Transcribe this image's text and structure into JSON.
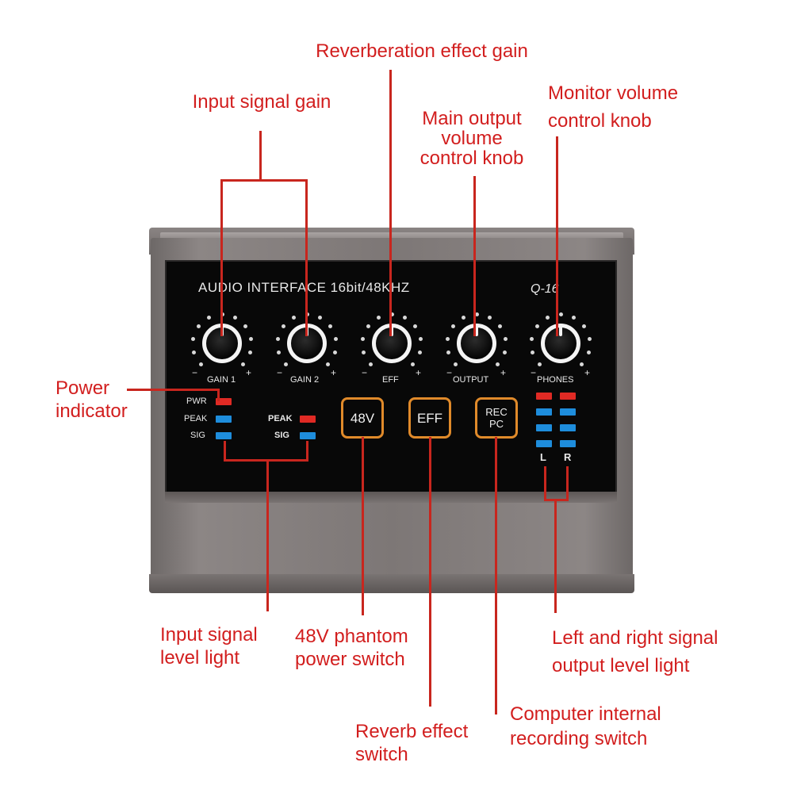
{
  "callouts": {
    "reverb_gain": "Reverberation effect gain",
    "input_gain": "Input signal gain",
    "main_output_1": "Main output",
    "main_output_2": "volume",
    "main_output_3": "control knob",
    "monitor_1": "Monitor volume",
    "monitor_2": "control knob",
    "power_1": "Power",
    "power_2": "indicator",
    "input_level_1": "Input signal",
    "input_level_2": "level light",
    "phantom_1": "48V phantom",
    "phantom_2": "power switch",
    "lr_level_1": "Left and right signal",
    "lr_level_2": "output level light",
    "computer_1": "Computer internal",
    "computer_2": "recording switch",
    "reverb_switch_1": "Reverb effect",
    "reverb_switch_2": "switch"
  },
  "panel": {
    "title": "AUDIO  INTERFACE  16bit/48KHZ",
    "model": "Q-16",
    "knobs": [
      "GAIN 1",
      "GAIN 2",
      "EFF",
      "OUTPUT",
      "PHONES"
    ],
    "minus": "−",
    "plus": "+",
    "leds": {
      "pwr": "PWR",
      "peak": "PEAK",
      "sig": "SIG"
    },
    "buttons": {
      "phantom": "48V",
      "eff": "EFF",
      "rec_1": "REC",
      "rec_2": "PC"
    },
    "channels": {
      "left": "L",
      "right": "R"
    }
  },
  "colors": {
    "callout": "#d21e1e",
    "button_border": "#e08a2a",
    "led_red": "#e02a24",
    "led_blue": "#1e8ddc"
  }
}
